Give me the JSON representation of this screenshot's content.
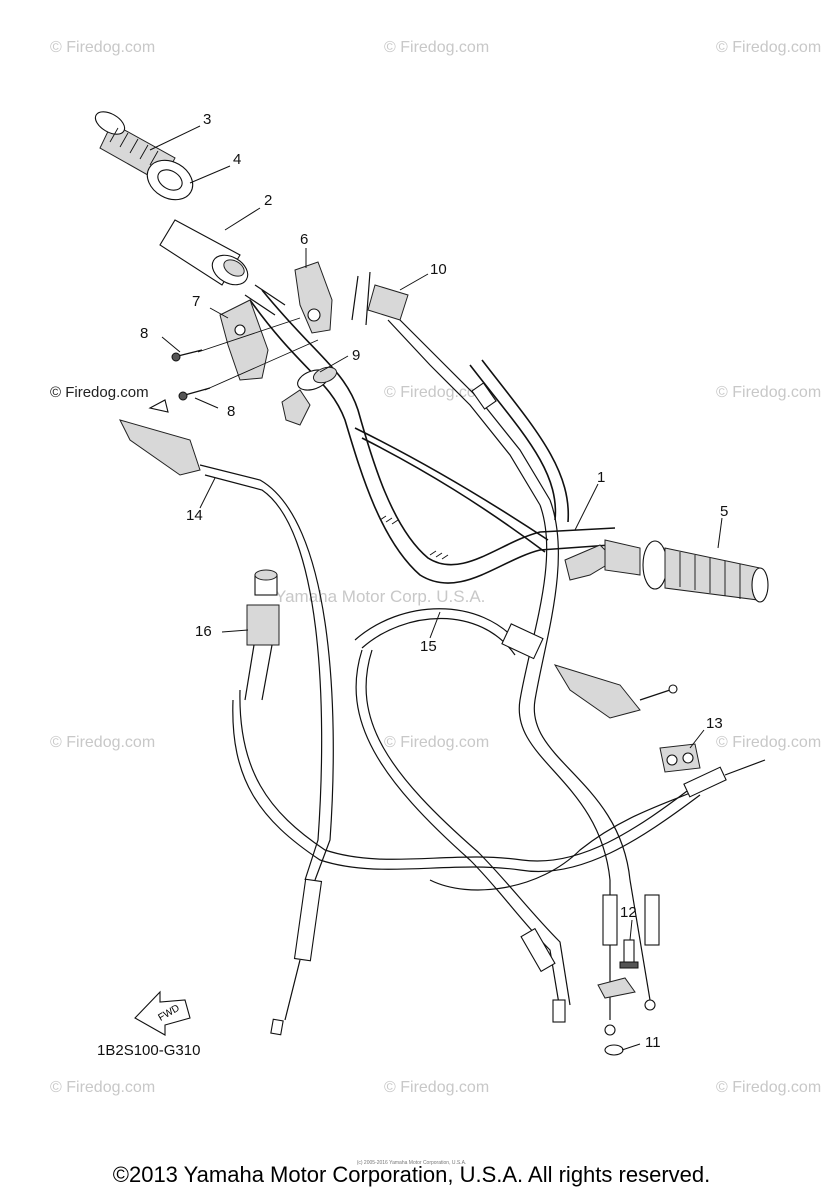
{
  "watermarks": [
    "© Firedog.com",
    "© Firedog.com",
    "© Firedog.com",
    "© Firedog.com",
    "© Firedog.com",
    "© Firedog.com",
    "© Firedog.com",
    "© Firedog.com",
    "© Firedog.com",
    "© Firedog.com",
    "© Firedog.com",
    "© Firedog.com"
  ],
  "watermark_dark": "© Firedog.com",
  "center_watermark": "Yamaha Motor Corp. U.S.A.",
  "part_numbers": [
    "1",
    "2",
    "3",
    "4",
    "5",
    "6",
    "7",
    "8",
    "8",
    "9",
    "10",
    "11",
    "12",
    "13",
    "14",
    "15",
    "16"
  ],
  "fwd_label": "FWD",
  "diagram_code": "1B2S100-G310",
  "copyright": "©2013 Yamaha Motor Corporation, U.S.A. All rights reserved.",
  "tiny_credit": "(c) 2005-2016 Yamaha Motor Corporation, U.S.A."
}
